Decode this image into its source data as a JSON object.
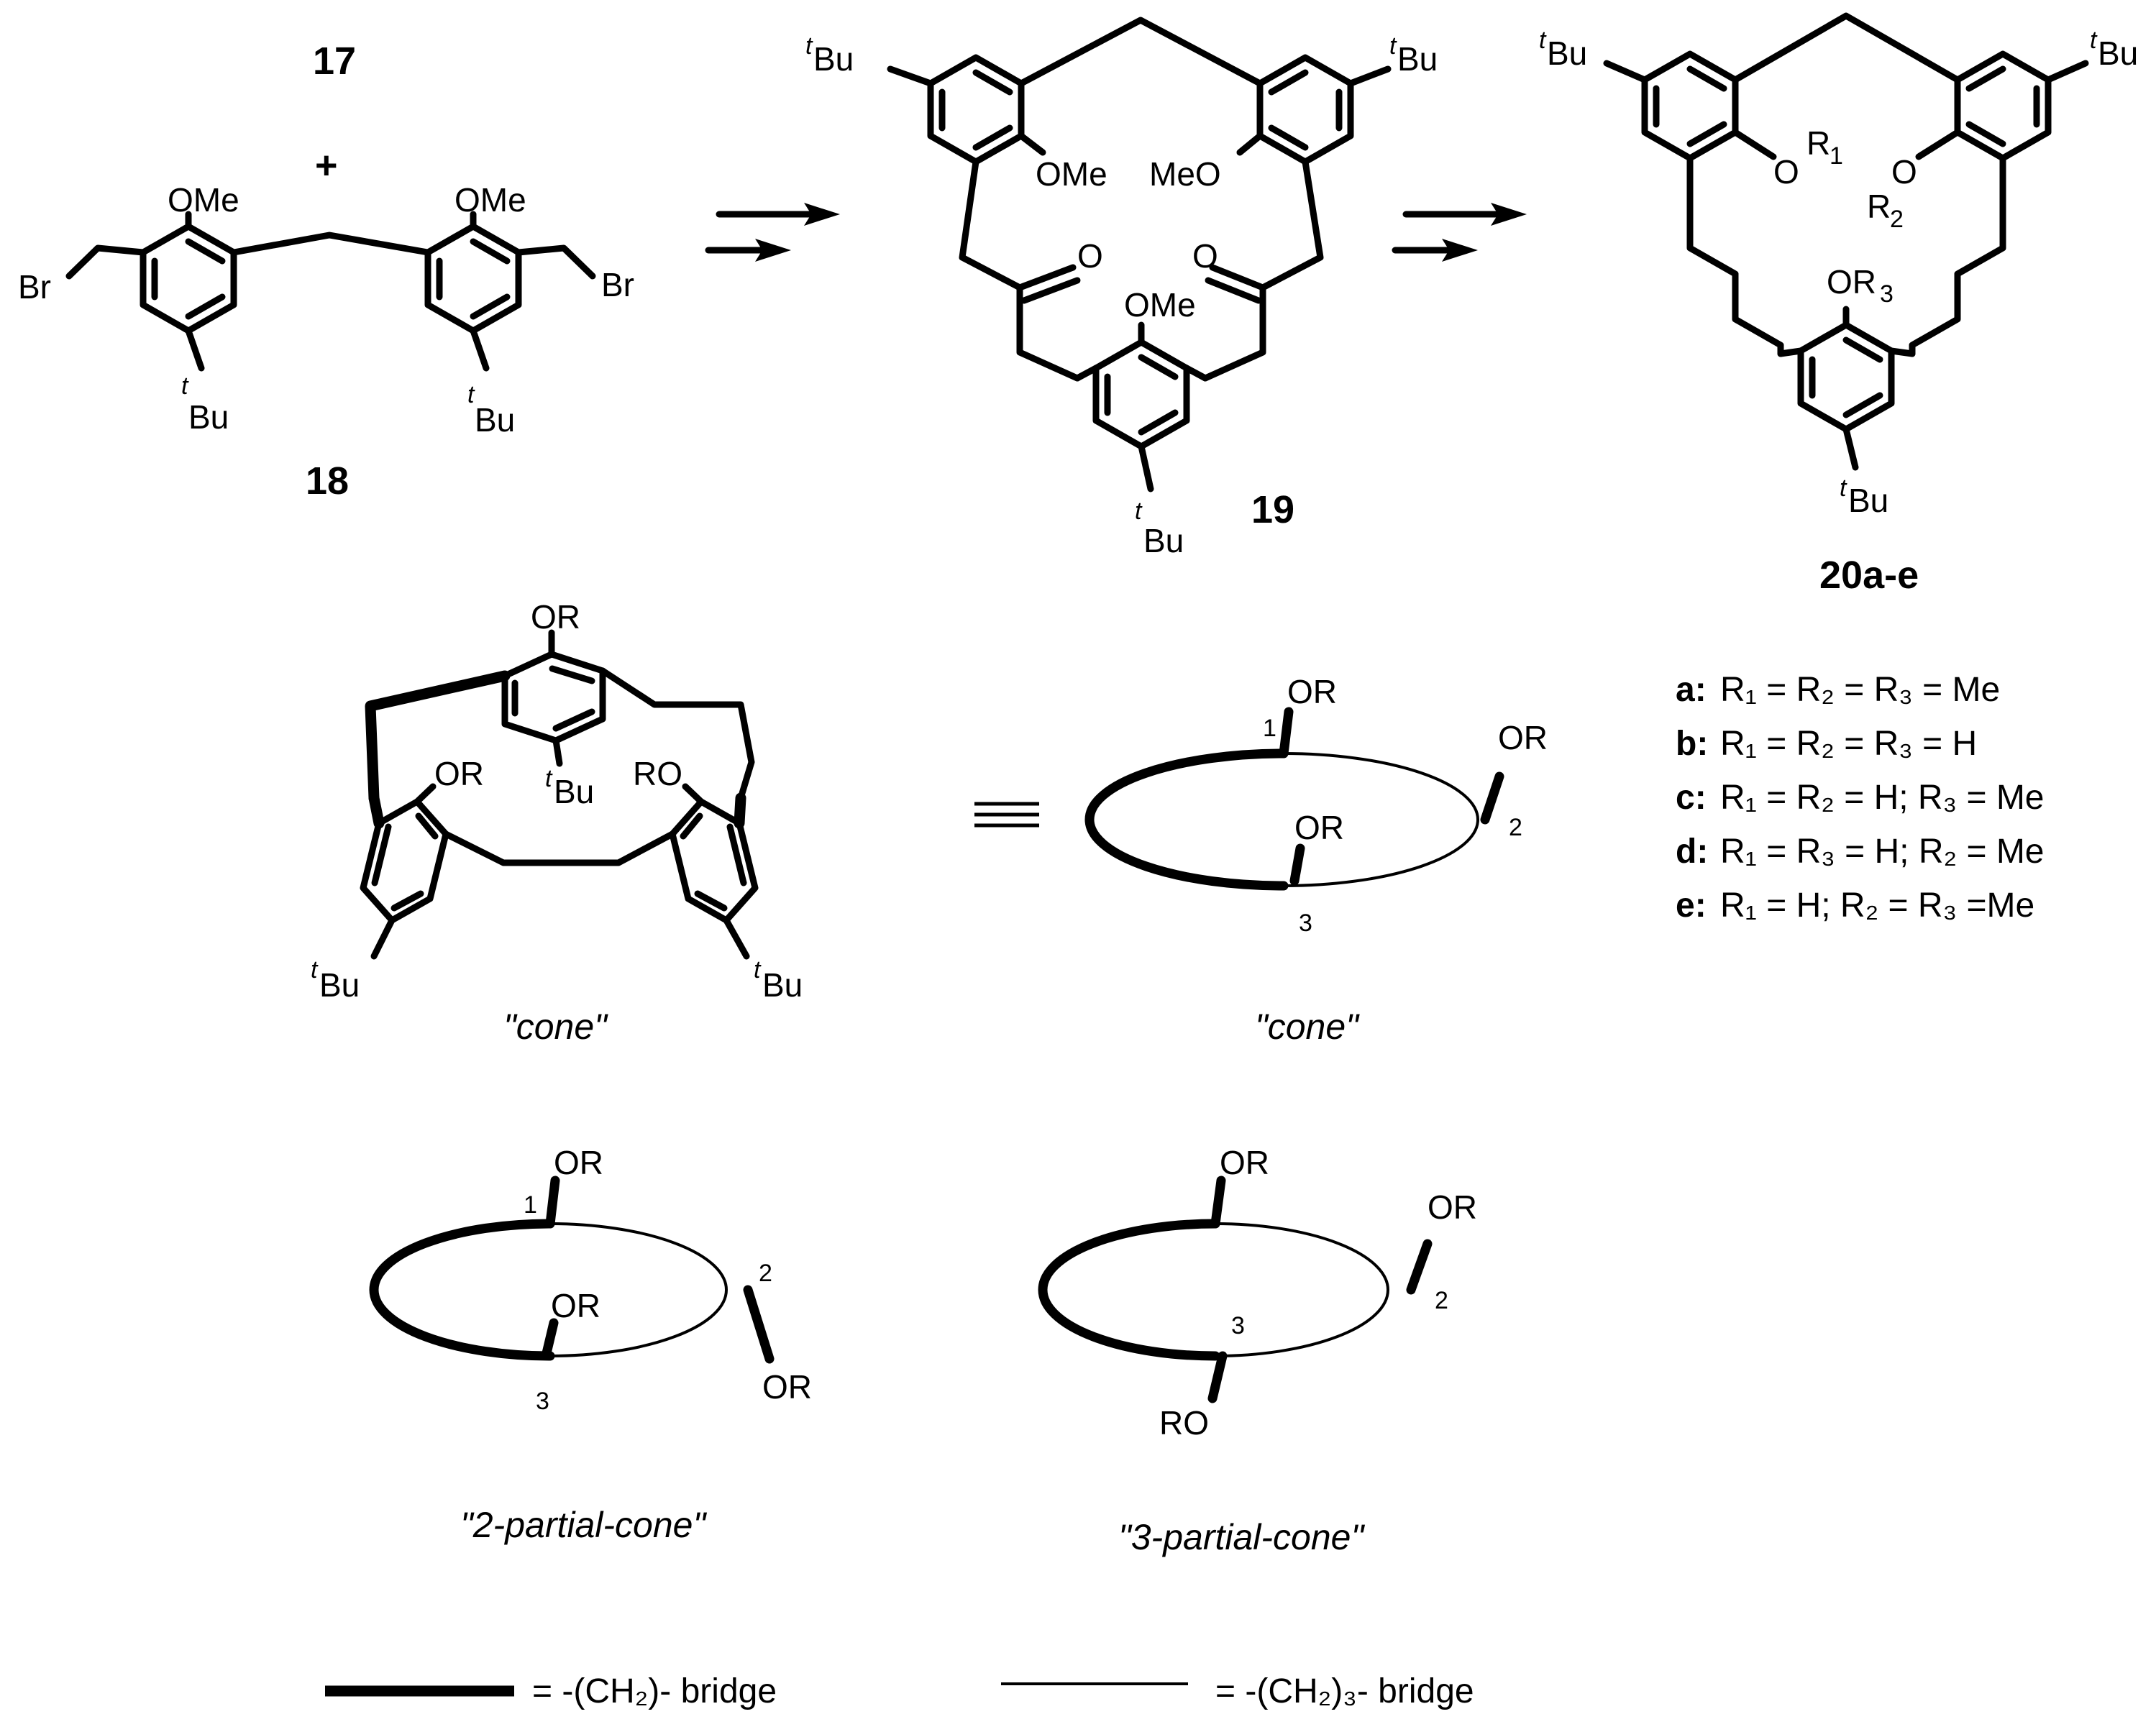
{
  "compounds": {
    "c17": "17",
    "c18": "18",
    "c19": "19",
    "c20": "20a-e",
    "plus": "+"
  },
  "substituents": {
    "ome": "OMe",
    "meo": "MeO",
    "br": "Br",
    "o": "O",
    "t": "t",
    "bu": "Bu",
    "or": "OR",
    "ro": "RO",
    "r": "R",
    "s1": "1",
    "s2": "2",
    "s3": "3",
    "equiv": "≡"
  },
  "variants": [
    {
      "letter": "a:",
      "text": "R₁ = R₂ = R₃ = Me"
    },
    {
      "letter": "b:",
      "text": "R₁ = R₂ = R₃ = H"
    },
    {
      "letter": "c:",
      "text": "R₁ = R₂ = H; R₃ = Me"
    },
    {
      "letter": "d:",
      "text": "R₁ = R₃ = H; R₂ = Me"
    },
    {
      "letter": "e:",
      "text": "R₁ = H; R₂ = R₃ =Me"
    }
  ],
  "conformers": {
    "cone_3d": "\"cone\"",
    "cone_schematic": "\"cone\"",
    "partial2": "\"2-partial-cone\"",
    "partial3": "\"3-partial-cone\"",
    "pos1": "1",
    "pos2": "2",
    "pos3": "3"
  },
  "legend": {
    "thick_label": "= -(CH₂)- bridge",
    "thin_label": "= -(CH₂)₃- bridge"
  }
}
